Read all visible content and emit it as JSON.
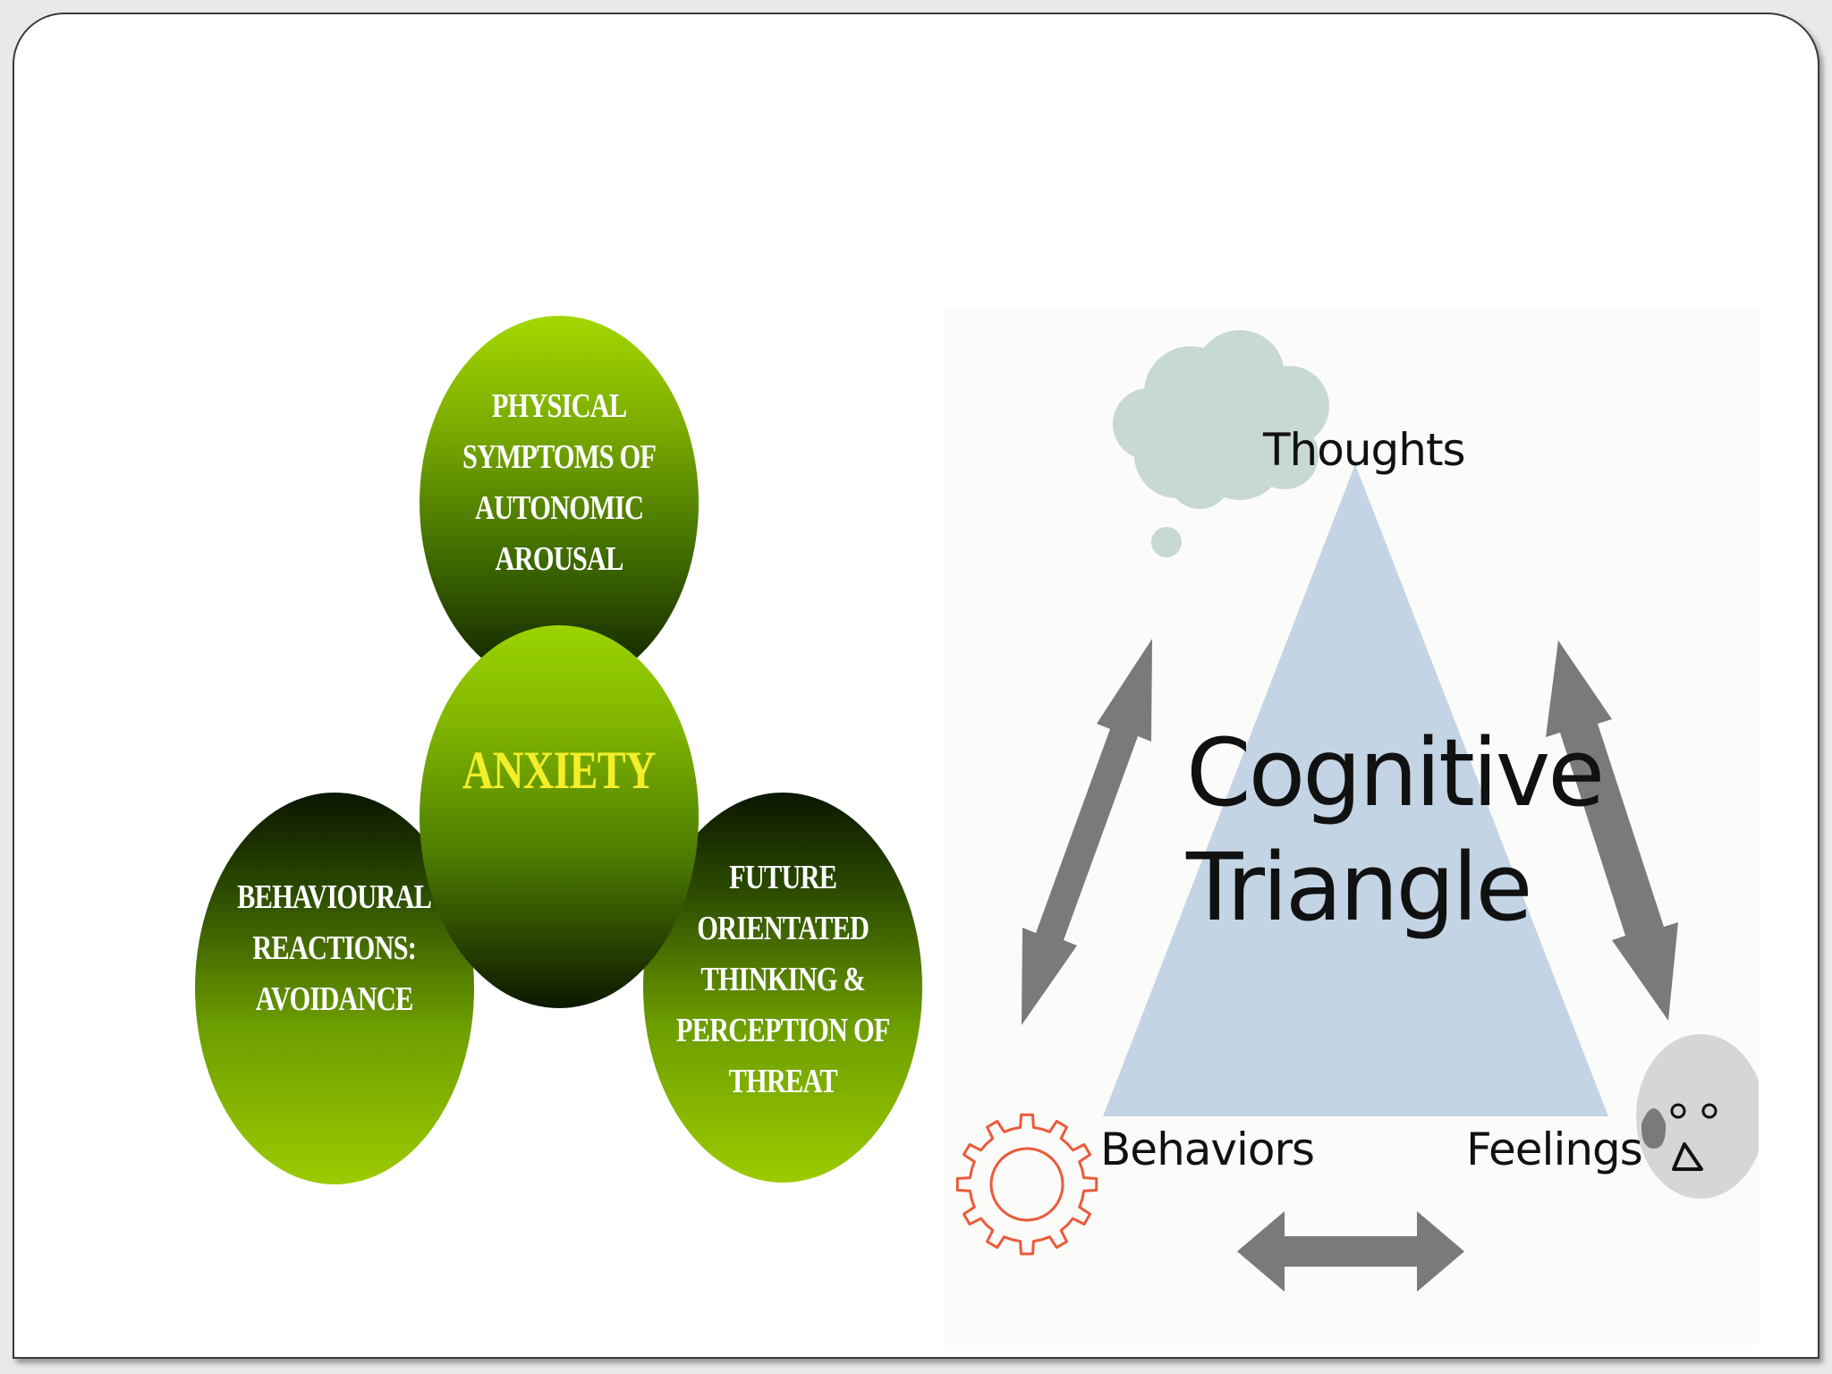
{
  "anxiety_diagram": {
    "center": "ANXIETY",
    "top": "PHYSICAL\nSYMPTOMS OF\nAUTONOMIC\nAROUSAL",
    "left": "BEHAVIOURAL\nREACTIONS:\nAVOIDANCE",
    "right": "FUTURE\nORIENTATED\nTHINKING &\nPERCEPTION OF\nTHREAT"
  },
  "cognitive_triangle": {
    "title_line1": "Cognitive",
    "title_line2": "Triangle",
    "top": "Thoughts",
    "left": "Behaviors",
    "right": "Feelings"
  },
  "colors": {
    "triangle_fill": "#c3d5e4",
    "arrow_gray": "#7a7a7a",
    "cloud": "#c8d8d2",
    "gear": "#ec5a3a",
    "face": "#d6d6d6"
  },
  "icons": [
    "thought-cloud-icon",
    "gear-icon",
    "worried-face-icon"
  ]
}
